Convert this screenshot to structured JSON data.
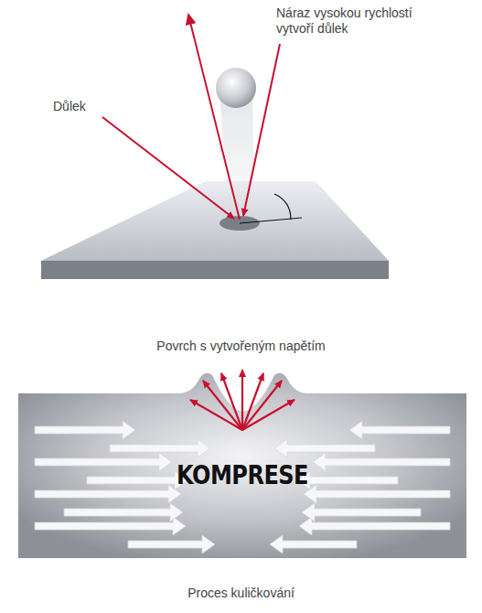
{
  "diagram": {
    "caption": "Proces kuličkování",
    "nodes": [
      {
        "text": [
          "KOMPRESE"
        ]
      }
    ],
    "labels": [
      "Náraz vysokou rychlostí vytvoří důlek",
      "Důlek",
      "Povrch s vytvořeným napětím"
    ]
  }
}
